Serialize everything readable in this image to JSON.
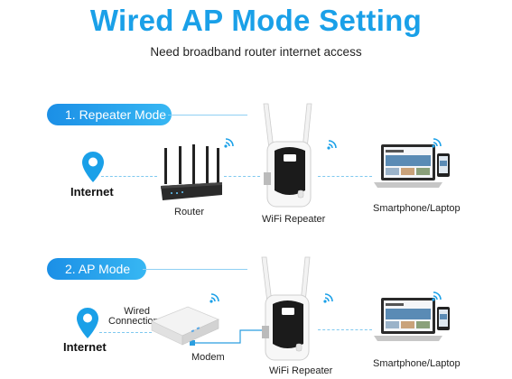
{
  "header": {
    "title": "Wired AP Mode Setting",
    "subtitle": "Need broadband router internet access"
  },
  "sections": {
    "repeater": {
      "mode_label": "1. Repeater Mode",
      "internet_label": "Internet",
      "router_label": "Router",
      "repeater_label": "WiFi Repeater",
      "device_label": "Smartphone/Laptop"
    },
    "ap": {
      "mode_label": "2. AP Mode",
      "wired_label_line1": "Wired",
      "wired_label_line2": "Connection",
      "internet_label": "Internet",
      "modem_label": "Modem",
      "repeater_label": "WiFi Repeater",
      "device_label": "Smartphone/Laptop"
    }
  },
  "colors": {
    "accent": "#1aa0e8",
    "pill_start": "#1b8fe6",
    "pill_end": "#37b7f3",
    "dash": "#7fc9ef"
  },
  "icons": {
    "location": "location-pin-icon",
    "wifi": "wifi-signal-icon"
  }
}
